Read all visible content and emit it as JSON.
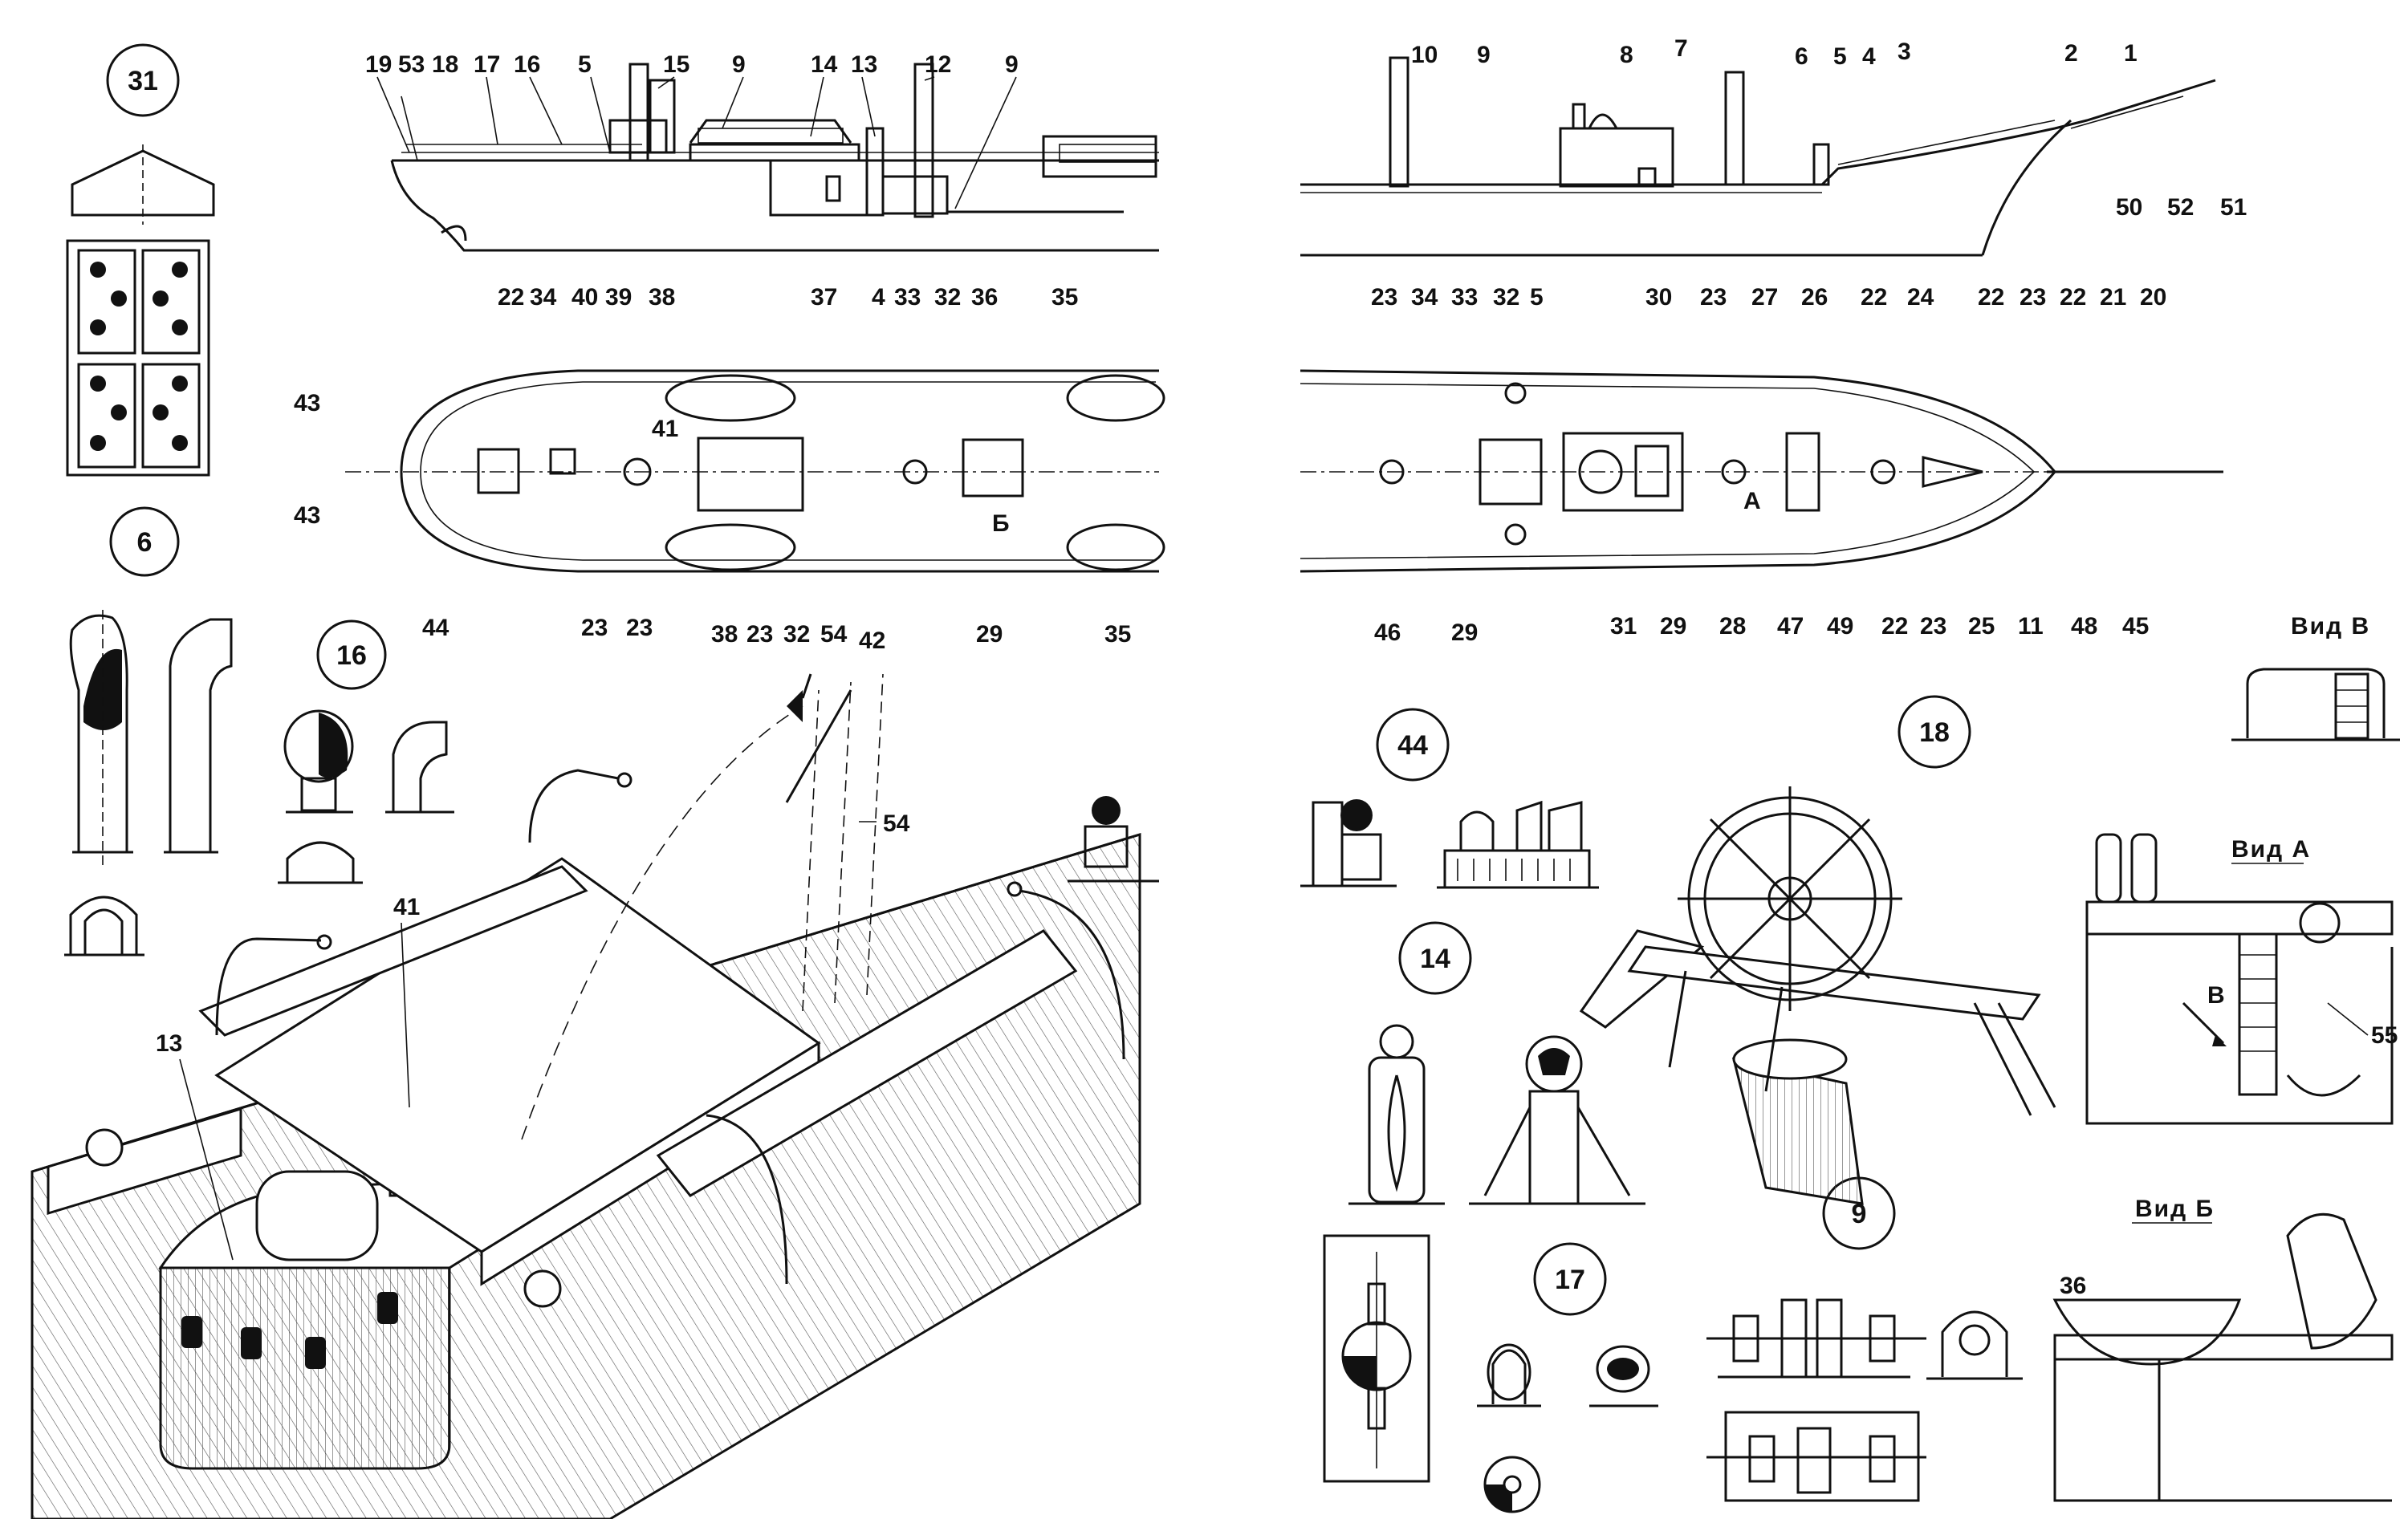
{
  "circles": [
    "31",
    "6",
    "16",
    "44",
    "18",
    "14",
    "17",
    "9"
  ],
  "views": [
    "Вид В",
    "Вид А",
    "Вид Б"
  ],
  "stern_profile_labels": [
    "19",
    "53",
    "18",
    "17",
    "16",
    "5",
    "15",
    "9",
    "14",
    "13",
    "12",
    "9"
  ],
  "bow_profile_labels": [
    "10",
    "9",
    "8",
    "7",
    "6",
    "5",
    "4",
    "3",
    "2",
    "1",
    "50",
    "52",
    "51"
  ],
  "stern_plan_top": [
    "22",
    "34",
    "40",
    "39",
    "38",
    "37",
    "4",
    "33",
    "32",
    "36",
    "35"
  ],
  "stern_plan_side": [
    "43",
    "43",
    "41",
    "44",
    "Б"
  ],
  "stern_plan_bottom": [
    "23",
    "23",
    "38",
    "23",
    "32",
    "54",
    "42",
    "29",
    "35"
  ],
  "bow_plan_top": [
    "23",
    "34",
    "33",
    "32",
    "5",
    "30",
    "23",
    "27",
    "26",
    "22",
    "24",
    "22",
    "23",
    "22",
    "21",
    "20"
  ],
  "bow_plan_bottom": [
    "46",
    "29",
    "31",
    "29",
    "28",
    "47",
    "49",
    "22",
    "23",
    "25",
    "11",
    "48",
    "45",
    "А"
  ],
  "iso_labels": [
    "54",
    "41",
    "13"
  ],
  "view_a_labels": [
    "В",
    "55"
  ],
  "view_b_labels": [
    "36"
  ]
}
